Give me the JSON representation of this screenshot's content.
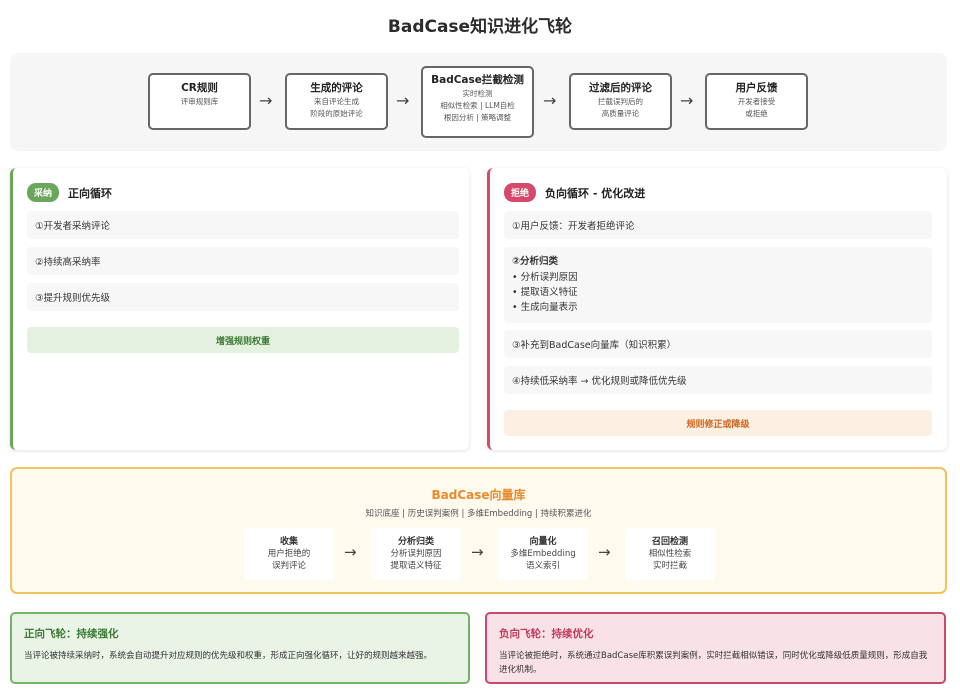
{
  "title": "BadCase知识进化飞轮",
  "flow": [
    {
      "title": "CR规则",
      "lines": [
        "评审规则库"
      ]
    },
    {
      "title": "生成的评论",
      "lines": [
        "来自评论生成",
        "阶段的原始评论"
      ]
    },
    {
      "title": "BadCase拦截检测",
      "lines": [
        "实时检测",
        "相似性检索 | LLM自检",
        "根因分析 | 策略调整"
      ]
    },
    {
      "title": "过滤后的评论",
      "lines": [
        "拦截误判后的",
        "高质量评论"
      ]
    },
    {
      "title": "用户反馈",
      "lines": [
        "开发者接受",
        "或拒绝"
      ]
    }
  ],
  "arrow": "→",
  "positive": {
    "badge": "采纳",
    "title": "正向循环",
    "steps": [
      "①开发者采纳评论",
      "②持续高采纳率",
      "③提升规则优先级"
    ],
    "action": "增强规则权重"
  },
  "negative": {
    "badge": "拒绝",
    "title": "负向循环 - 优化改进",
    "step1": "①用户反馈：开发者拒绝评论",
    "step2_title": "②分析归类",
    "step2_items": [
      "• 分析误判原因",
      "• 提取语义特征",
      "• 生成向量表示"
    ],
    "step3": "③补充到BadCase向量库（知识积累）",
    "step4": "④持续低采纳率 → 优化规则或降低优先级",
    "action": "规则修正或降级"
  },
  "vector": {
    "title": "BadCase向量库",
    "subtitle": "知识底座 | 历史误判案例 | 多维Embedding | 持续积累进化",
    "boxes": [
      {
        "title": "收集",
        "lines": [
          "用户拒绝的",
          "误判评论"
        ]
      },
      {
        "title": "分析归类",
        "lines": [
          "分析误判原因",
          "提取语义特征"
        ]
      },
      {
        "title": "向量化",
        "lines": [
          "多维Embedding",
          "语义索引"
        ]
      },
      {
        "title": "召回检测",
        "lines": [
          "相似性检索",
          "实时拦截"
        ]
      }
    ]
  },
  "summary_positive": {
    "title": "正向飞轮：持续强化",
    "text": "当评论被持续采纳时，系统会自动提升对应规则的优先级和权重，形成正向强化循环，让好的规则越来越强。"
  },
  "summary_negative": {
    "title": "负向飞轮：持续优化",
    "text": "当评论被拒绝时，系统通过BadCase库积累误判案例，实时拦截相似错误，同时优化或降级低质量规则，形成自我进化机制。"
  },
  "colors": {
    "positive": "#6aa75b",
    "negative": "#d54a6a",
    "vector": "#f2c25e",
    "vector_title": "#e98a2b"
  }
}
